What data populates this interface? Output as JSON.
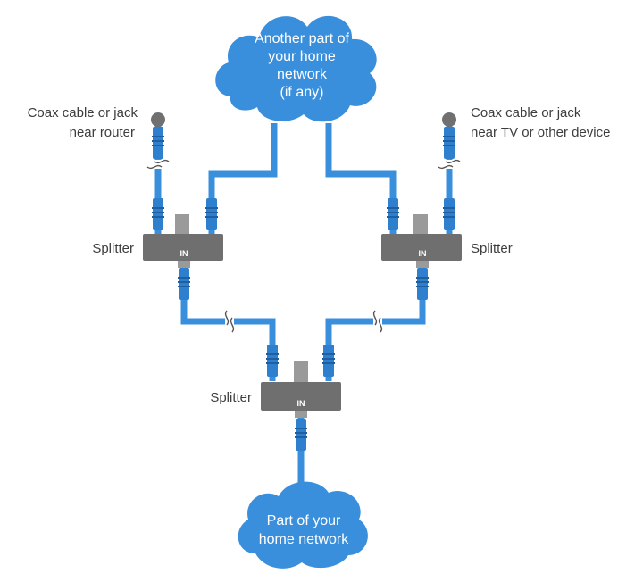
{
  "colors": {
    "cable": "#3a8fdc",
    "connector": "#2f7fcf",
    "splitter": "#6f6f6f",
    "port": "#9a9a9a",
    "jack": "#707070",
    "label": "#3d3d3d",
    "cloud_text": "#ffffff"
  },
  "top_cloud": {
    "line1": "Another part of",
    "line2": "your home",
    "line3": "network",
    "line4": "(if any)"
  },
  "bottom_cloud": {
    "line1": "Part of your",
    "line2": "home network"
  },
  "jack_left": {
    "line1": "Coax cable or jack",
    "line2": "near router",
    "icon": "jack-icon"
  },
  "jack_right": {
    "line1": "Coax cable or jack",
    "line2": "near TV or other device",
    "icon": "jack-icon"
  },
  "splitters": {
    "left": {
      "label": "Splitter",
      "port_label": "IN"
    },
    "right": {
      "label": "Splitter",
      "port_label": "IN"
    },
    "bottom": {
      "label": "Splitter",
      "port_label": "IN"
    }
  }
}
